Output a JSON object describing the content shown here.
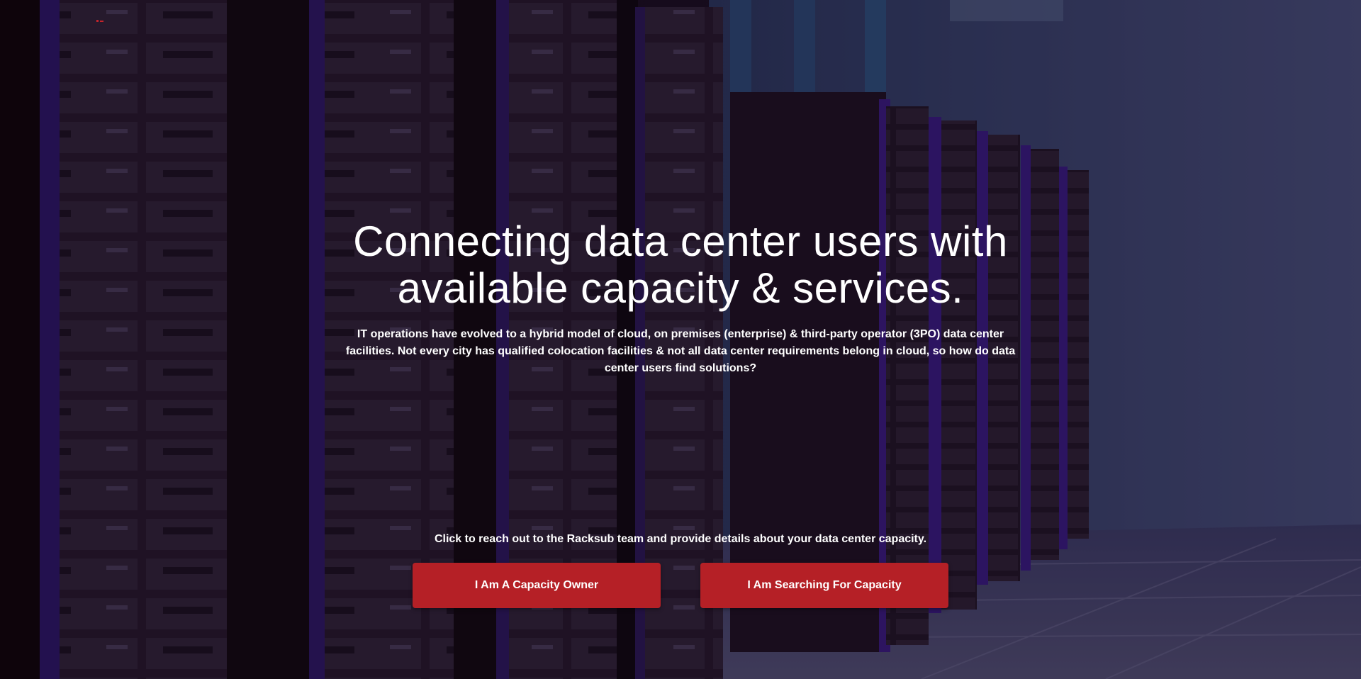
{
  "hero": {
    "headline": "Connecting data center users with available capacity & services.",
    "lead": "IT operations have evolved to a hybrid model of cloud, on premises (enterprise) & third-party operator (3PO) data center facilities. Not every city has qualified colocation facilities & not all data center requirements belong in cloud, so how do data center users find solutions?",
    "cta_text": "Click to reach out to the Racksub team and provide details about your data center capacity.",
    "owner_button_label": "I Am A Capacity Owner",
    "search_button_label": "I Am Searching For Capacity"
  },
  "colors": {
    "button": "#b52026",
    "text": "#ffffff",
    "accent_purple": "#3a1c8c"
  },
  "icons": {
    "background": "server-rack-image"
  }
}
